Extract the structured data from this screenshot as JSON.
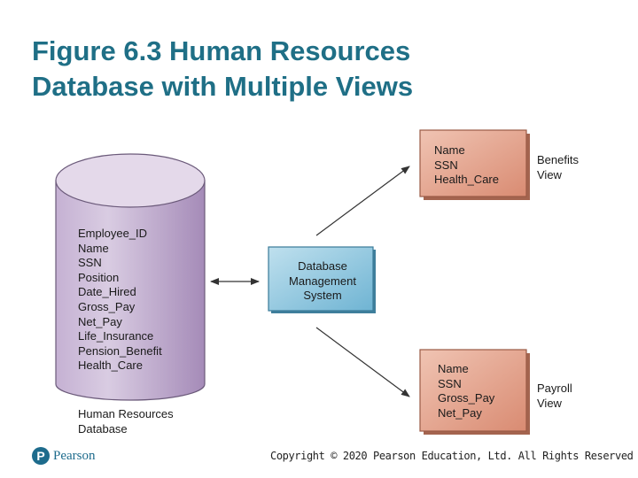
{
  "title": {
    "line1": "Figure 6.3 Human Resources",
    "line2": "Database with Multiple Views"
  },
  "database": {
    "fields": [
      "Employee_ID",
      "Name",
      "SSN",
      "Position",
      "Date_Hired",
      "Gross_Pay",
      "Net_Pay",
      "Life_Insurance",
      "Pension_Benefit",
      "Health_Care"
    ],
    "caption": [
      "Human Resources",
      "Database"
    ],
    "color": "#b8a0c8"
  },
  "dbms": {
    "label": [
      "Database",
      "Management",
      "System"
    ],
    "color": "#8fc7e0"
  },
  "benefits_view": {
    "fields": [
      "Name",
      "SSN",
      "Health_Care"
    ],
    "caption": [
      "Benefits",
      "View"
    ],
    "color": "#e0a08c"
  },
  "payroll_view": {
    "fields": [
      "Name",
      "SSN",
      "Gross_Pay",
      "Net_Pay"
    ],
    "caption": [
      "Payroll",
      "View"
    ],
    "color": "#e0a08c"
  },
  "footer": {
    "logo_text": "Pearson",
    "logo_icon": "pearson-p-icon",
    "copyright": "Copyright © 2020 Pearson Education, Ltd. All Rights Reserved"
  }
}
